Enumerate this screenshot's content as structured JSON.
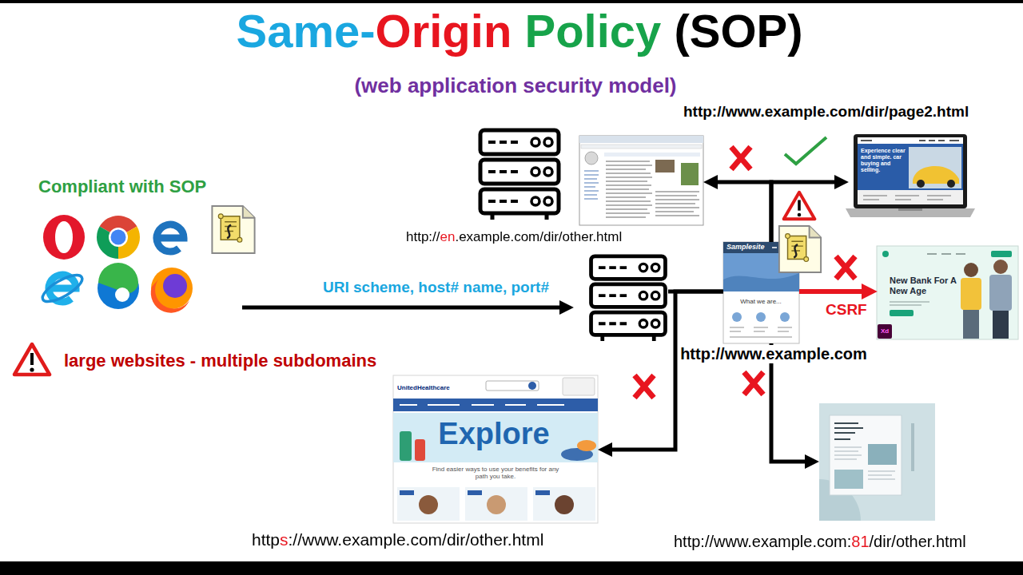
{
  "diagram": {
    "title": "Same-Origin Policy (SOP)",
    "nodes": [
      {
        "text": [
          "http://en.example.com/dir/other.html"
        ]
      },
      {
        "text": [
          "http://www.example.com/dir/page2.html",
          "Experience clear and simple. car buying and selling."
        ]
      },
      {
        "text": [
          "http://www.example.com",
          "Samplesite",
          "What we are..."
        ]
      },
      {
        "text": [
          "New Bank For A New Age",
          "Xd"
        ]
      },
      {
        "text": [
          "https://www.example.com/dir/other.html",
          "UnitedHealthcare",
          "Explore",
          "Find easier ways to use your benefits for any path you take."
        ]
      },
      {
        "text": [
          "http://www.example.com:81/dir/other.html"
        ]
      }
    ],
    "edges": [
      {
        "from": 2,
        "to": 0,
        "arrow": "to"
      },
      {
        "from": 2,
        "to": 1,
        "arrow": "to"
      },
      {
        "from": 2,
        "to": 3,
        "label": "CSRF",
        "arrow": "to"
      },
      {
        "from": 2,
        "to": 4,
        "arrow": "to"
      },
      {
        "from": 2,
        "to": 5,
        "arrow": "to"
      }
    ],
    "labels": [
      "(web application security model)",
      "Compliant with SOP",
      "URI scheme, host# name, port#",
      "large websites - multiple subdomains"
    ]
  }
}
